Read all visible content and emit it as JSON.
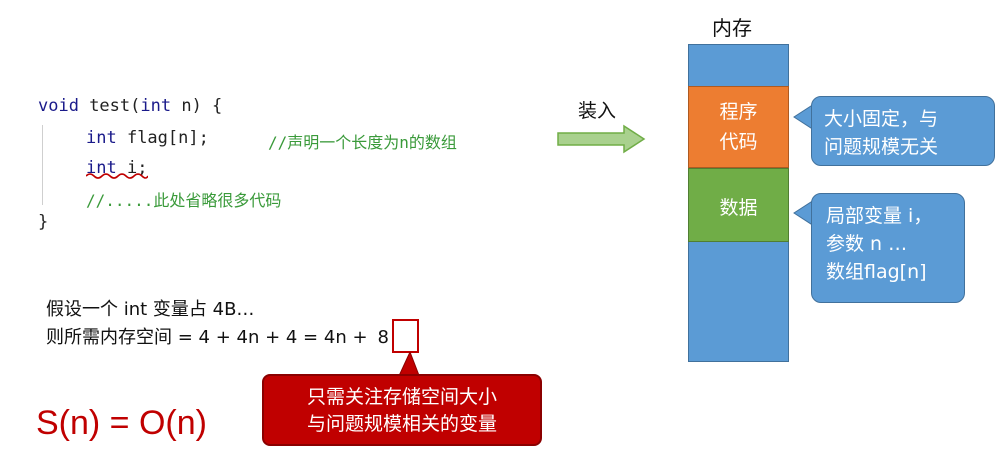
{
  "code": {
    "line1_kw": "void",
    "line1_rest": " test(",
    "line1_kw2": "int",
    "line1_end": " n) {",
    "line2_kw": "int",
    "line2_rest": " flag[n];",
    "line2_comment": "//声明一个长度为n的数组",
    "line3_kw": "int",
    "line3_rest": " i;",
    "line4_comment": "//.....此处省略很多代码",
    "line5": "}"
  },
  "arrow": {
    "label": "装入"
  },
  "memory": {
    "title": "内存",
    "code_segment": [
      "程序",
      "代码"
    ],
    "data_segment": "数据"
  },
  "callouts": {
    "code_note": [
      "大小固定，与",
      "问题规模无关"
    ],
    "data_note": [
      "局部变量 i，",
      "参数 n …",
      "数组flag[n]"
    ]
  },
  "assumption": {
    "line1": "假设一个 int 变量占 4B…",
    "line2": "则所需内存空间 = 4 + 4n + 4 = 4n +",
    "highlighted": "8"
  },
  "red_note": [
    "只需关注存储空间大小",
    "与问题规模相关的变量"
  ],
  "complexity": "S(n) = O(n)",
  "colors": {
    "memory_blue": "#5b9bd5",
    "code_orange": "#ed7d31",
    "data_green": "#70ad47",
    "accent_red": "#c00000",
    "comment_green": "#3a9a3a"
  }
}
